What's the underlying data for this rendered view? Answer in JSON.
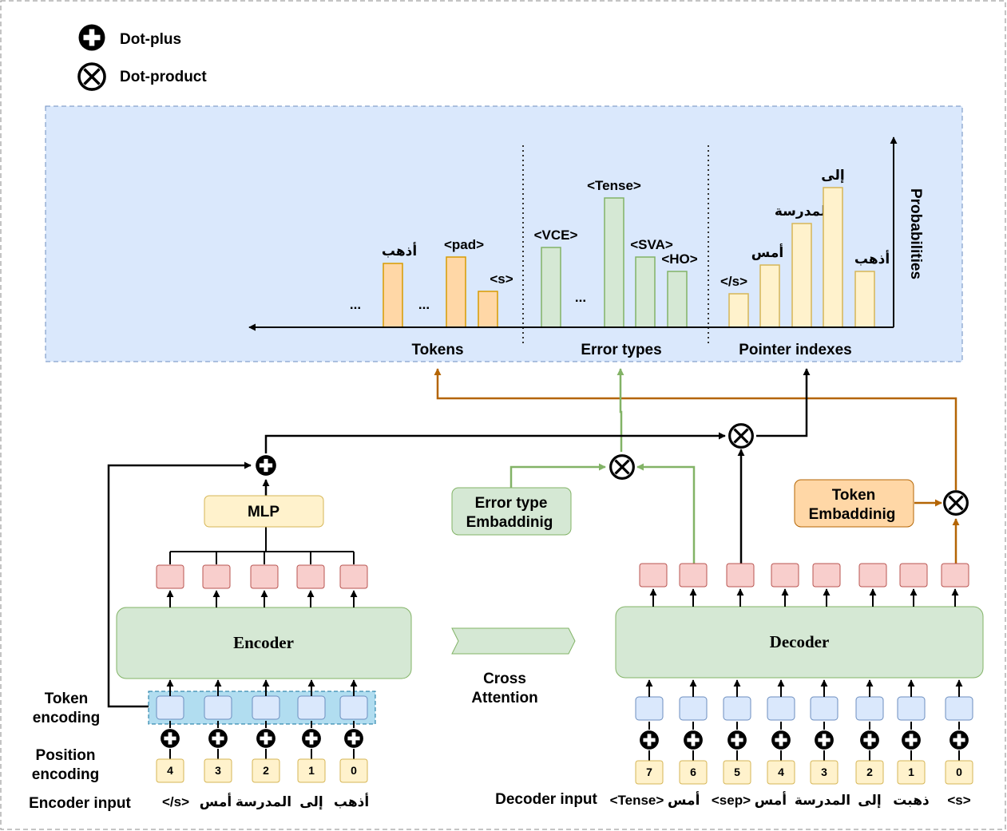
{
  "legend": {
    "plus_label": "Dot-plus",
    "product_label": "Dot-product"
  },
  "chart": {
    "ylabel": "Probabilities",
    "sections": [
      "Tokens",
      "Error types",
      "Pointer indexes"
    ],
    "ellipsis": "...",
    "tokens": [
      {
        "label": "أذهب",
        "value": 0.8
      },
      {
        "label": "<pad>",
        "value": 0.88
      },
      {
        "label": "<s>",
        "value": 0.45
      }
    ],
    "error_types": [
      {
        "label": "<VCE>",
        "value": 1.0
      },
      {
        "label": "<Tense>",
        "value": 1.62
      },
      {
        "label": "<SVA>",
        "value": 0.88
      },
      {
        "label": "<HO>",
        "value": 0.7
      }
    ],
    "pointers": [
      {
        "label": "</s>",
        "value": 0.42
      },
      {
        "label": "أمس",
        "value": 0.78
      },
      {
        "label": "المدرسة",
        "value": 1.3
      },
      {
        "label": "إلى",
        "value": 1.75
      },
      {
        "label": "أذهب",
        "value": 0.7
      }
    ]
  },
  "colors": {
    "panel": "#dae8fc",
    "orange": "#ffd7a6",
    "green": "#d5e8d4",
    "yellow": "#fff2cc",
    "pink": "#f8cecc",
    "blue": "#dae8fc",
    "orange_line": "#b46504",
    "green_line": "#82b366"
  },
  "blocks": {
    "mlp": "MLP",
    "encoder": "Encoder",
    "decoder": "Decoder",
    "error_emb": [
      "Error type",
      "Embaddinig"
    ],
    "token_emb": [
      "Token",
      "Embaddinig"
    ],
    "cross_attention": [
      "Cross",
      "Attention"
    ]
  },
  "side_labels": {
    "token_encoding": [
      "Token",
      "encoding"
    ],
    "position_encoding": [
      "Position",
      "encoding"
    ],
    "encoder_input": "Encoder input",
    "decoder_input": "Decoder input"
  },
  "encoder_inputs": [
    {
      "pos": "4",
      "word": "</s>"
    },
    {
      "pos": "3",
      "word": "أمس"
    },
    {
      "pos": "2",
      "word": "المدرسة"
    },
    {
      "pos": "1",
      "word": "إلى"
    },
    {
      "pos": "0",
      "word": "أذهب"
    }
  ],
  "decoder_inputs": [
    {
      "pos": "7",
      "word": "<Tense> أمس"
    },
    {
      "pos": "6",
      "word": ""
    },
    {
      "pos": "5",
      "word": "<sep> أمس"
    },
    {
      "pos": "4",
      "word": ""
    },
    {
      "pos": "3",
      "word": "المدرسة"
    },
    {
      "pos": "2",
      "word": "إلى"
    },
    {
      "pos": "1",
      "word": "ذهبت"
    },
    {
      "pos": "0",
      "word": "<s>"
    }
  ]
}
